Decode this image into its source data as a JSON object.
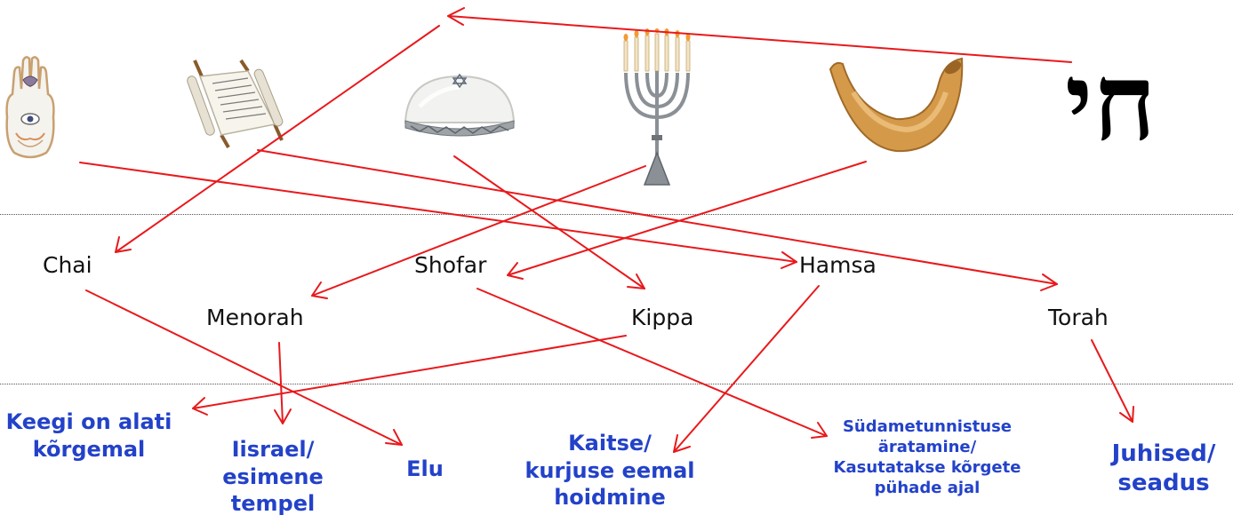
{
  "terms": {
    "chai": "Chai",
    "menorah": "Menorah",
    "shofar": "Shofar",
    "kippa": "Kippa",
    "hamsa": "Hamsa",
    "torah": "Torah"
  },
  "meanings": {
    "keegi": "Keegi on alati\nkõrgemal",
    "iisrael": "Iisrael/\nesimene\ntempel",
    "elu": "Elu",
    "kaitse": "Kaitse/\nkurjuse eemal\nhoidmine",
    "sudame": "Südametunnistuse\näratamine/\nKasutatakse kõrgete\npühade ajal",
    "juhised": "Juhised/\nseadus"
  },
  "pictures": {
    "hamsa": "hamsa-icon",
    "torah": "torah-scroll-icon",
    "kippa": "kippa-icon",
    "menorah": "menorah-icon",
    "shofar": "shofar-icon",
    "chai": "חי"
  },
  "colors": {
    "arrow": "#e8191c",
    "meaning_text": "#2342c9",
    "term_text": "#111111",
    "divider": "#555555"
  }
}
